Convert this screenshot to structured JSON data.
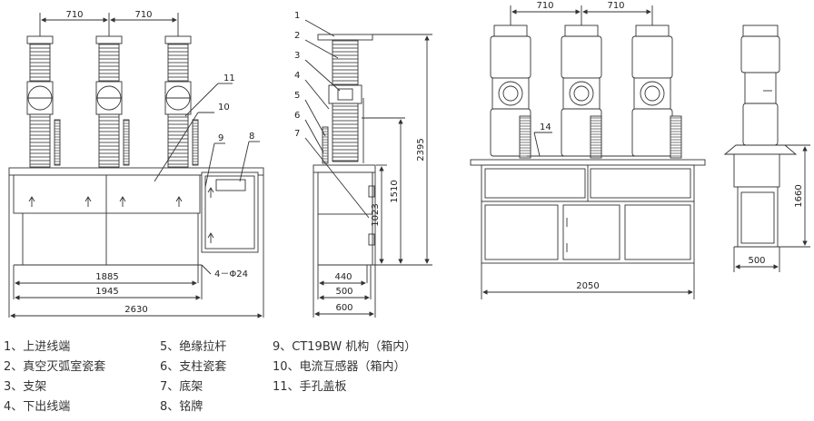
{
  "front_view": {
    "top_spacing_left": "710",
    "top_spacing_right": "710",
    "callout_8": "8",
    "callout_9": "9",
    "callout_10": "10",
    "callout_11": "11",
    "hole_note": "4－Φ24",
    "dim_1885": "1885",
    "dim_1945": "1945",
    "dim_2630": "2630"
  },
  "side_view": {
    "callouts": [
      "1",
      "2",
      "3",
      "4",
      "5",
      "6",
      "7"
    ],
    "height_2395": "2395",
    "height_1510": "1510",
    "height_1023": "1023",
    "dim_440": "440",
    "dim_500": "500",
    "dim_600": "600"
  },
  "rear_view": {
    "top_spacing_left": "710",
    "top_spacing_right": "710",
    "callout_14": "14",
    "dim_2050": "2050"
  },
  "end_view": {
    "height_1660": "1660",
    "dim_500": "500"
  },
  "legend": {
    "col1": [
      "1、上进线端",
      "2、真空灭弧室瓷套",
      "3、支架",
      "4、下出线端"
    ],
    "col2": [
      "5、绝缘拉杆",
      "6、支柱瓷套",
      "7、底架",
      "8、铭牌"
    ],
    "col3": [
      "9、CT19BW 机构（箱内）",
      "10、电流互感器（箱内）",
      "11、手孔盖板"
    ]
  }
}
